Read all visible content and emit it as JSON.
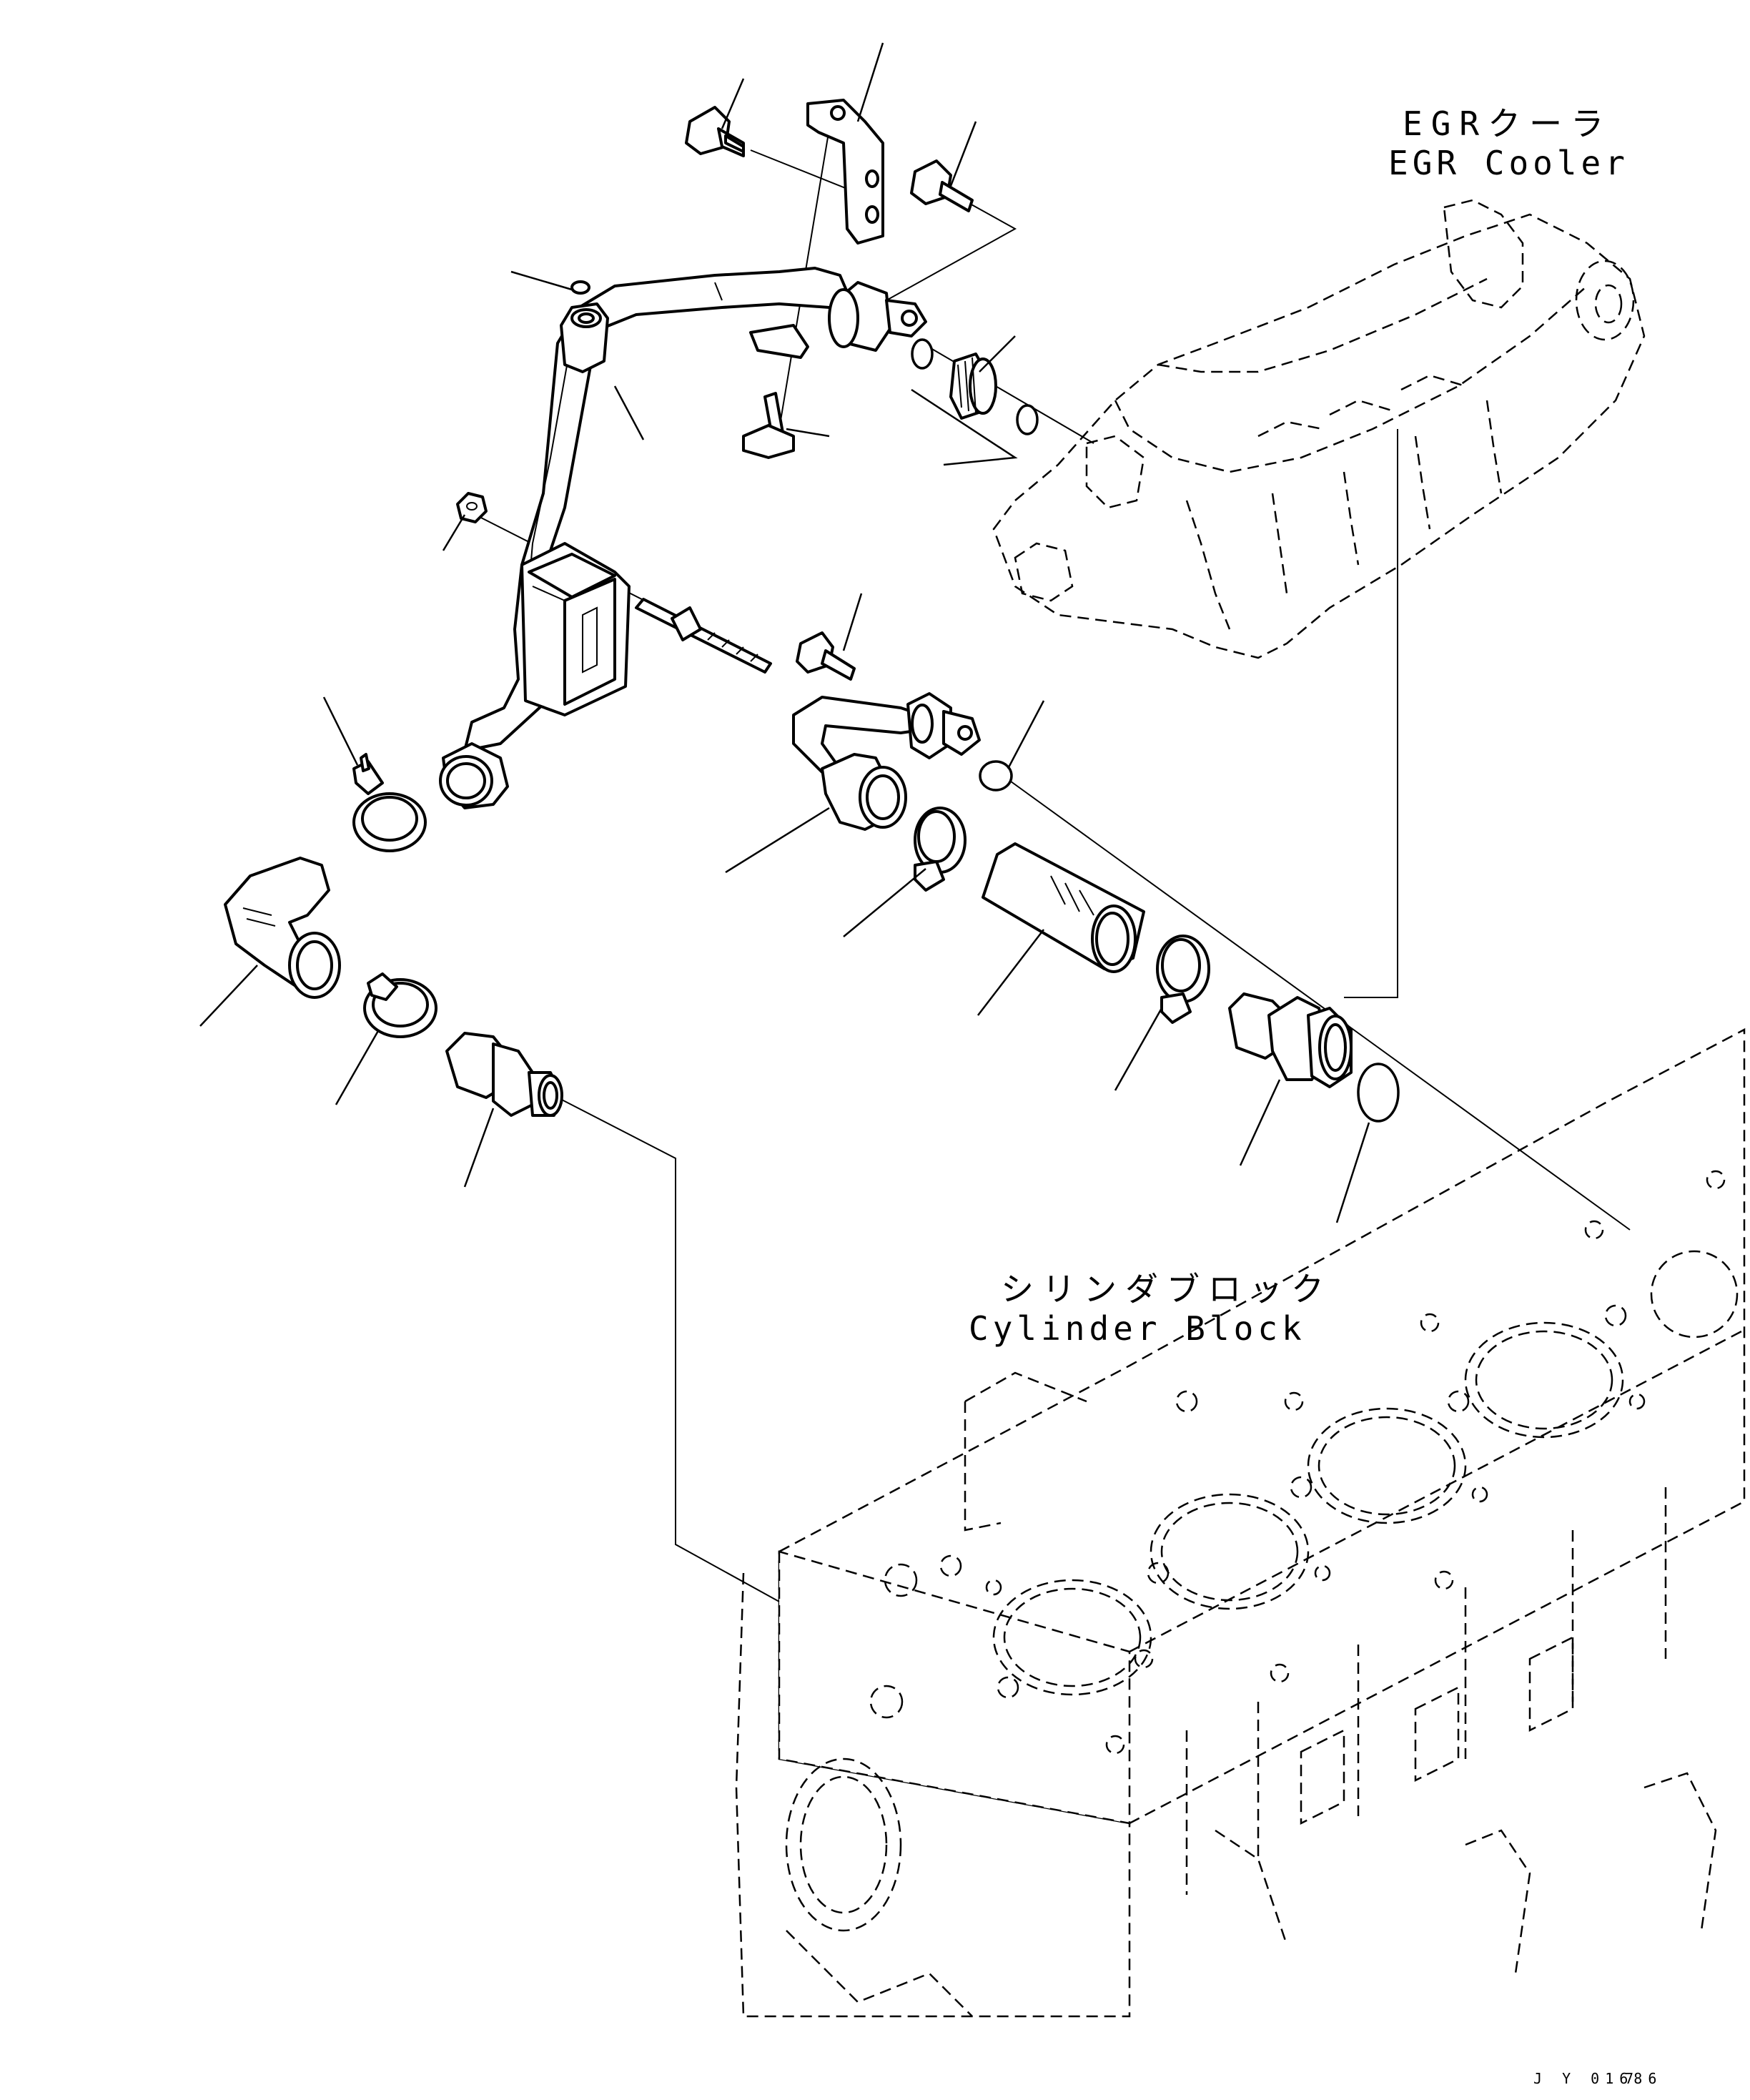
{
  "labels": {
    "egr_cooler_ja": "EGRクーラ",
    "egr_cooler_en": "EGR Cooler",
    "cylinder_block_ja": "シリンダブロック",
    "cylinder_block_en": "Cylinder Block"
  },
  "drawing_code": "J Y 01686",
  "drawing_sheet": "7"
}
